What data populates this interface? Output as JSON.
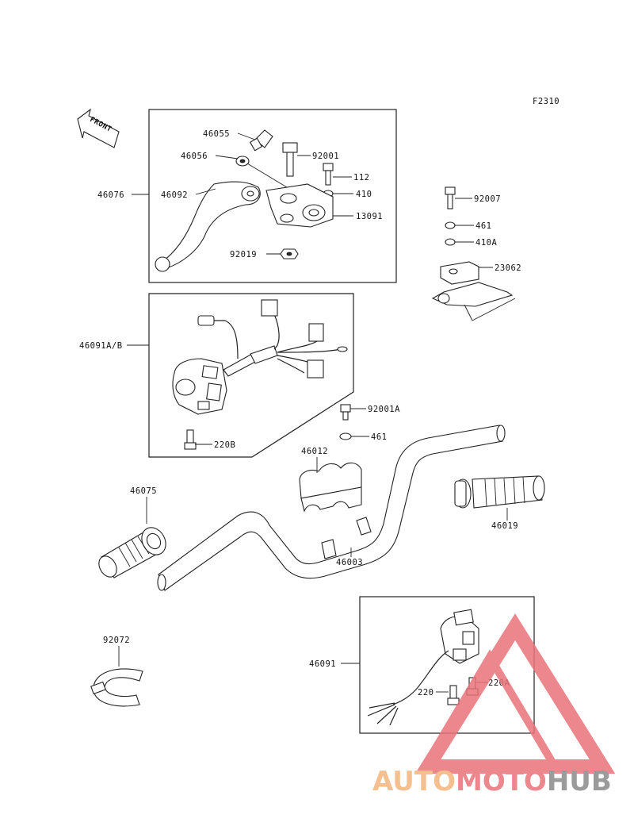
{
  "figure_code": "F2310",
  "front_arrow": {
    "label": "FRONT"
  },
  "part_numbers": {
    "p46055": "46055",
    "p46056": "46056",
    "p46076": "46076",
    "p46092": "46092",
    "p92001": "92001",
    "p112": "112",
    "p410": "410",
    "p13091": "13091",
    "p92019": "92019",
    "p92007": "92007",
    "p461_top": "461",
    "p410A": "410A",
    "p23062": "23062",
    "p46091AB": "46091A/B",
    "p92001A": "92001A",
    "p461_mid": "461",
    "p220B": "220B",
    "p46012": "46012",
    "p46075": "46075",
    "p46019": "46019",
    "p46003": "46003",
    "p92072": "92072",
    "p46091": "46091",
    "p220": "220",
    "p220A": "220A"
  },
  "watermark": {
    "part1": "AUTO",
    "part2": "MOTO",
    "part3": "HUB"
  },
  "colors": {
    "line": "#222222",
    "wm_orange": "#f4b47c",
    "wm_red": "#e9737a",
    "wm_gray": "#8a8a8a"
  }
}
